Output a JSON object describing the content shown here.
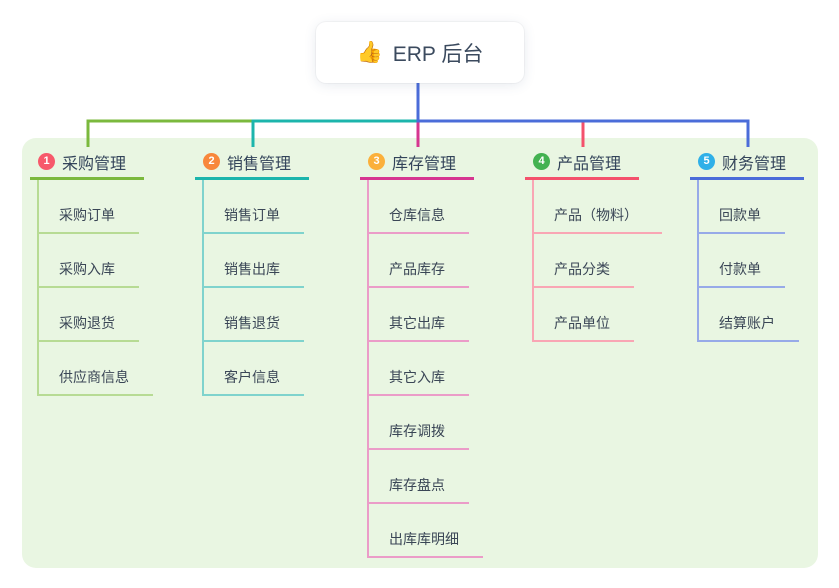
{
  "root": {
    "icon": "thumbs-up-icon",
    "label": "ERP 后台"
  },
  "panel": {
    "background": "#e9f6e2"
  },
  "connector_rail_color": "#4b6cd9",
  "branches": [
    {
      "num": "1",
      "label": "采购管理",
      "badge_color": "#f7596b",
      "line_color": "#7bb93d",
      "child_line_color": "#b7db94",
      "children": [
        "采购订单",
        "采购入库",
        "采购退货",
        "供应商信息"
      ]
    },
    {
      "num": "2",
      "label": "销售管理",
      "badge_color": "#f8873b",
      "line_color": "#1cb5ac",
      "child_line_color": "#7fd3cd",
      "children": [
        "销售订单",
        "销售出库",
        "销售退货",
        "客户信息"
      ]
    },
    {
      "num": "3",
      "label": "库存管理",
      "badge_color": "#fbb03b",
      "line_color": "#d63690",
      "child_line_color": "#eb9cc8",
      "children": [
        "仓库信息",
        "产品库存",
        "其它出库",
        "其它入库",
        "库存调拨",
        "库存盘点",
        "出库库明细"
      ]
    },
    {
      "num": "4",
      "label": "产品管理",
      "badge_color": "#43b251",
      "line_color": "#f4516c",
      "child_line_color": "#f9a6b4",
      "children": [
        "产品（物料）",
        "产品分类",
        "产品单位"
      ]
    },
    {
      "num": "5",
      "label": "财务管理",
      "badge_color": "#2fb0e8",
      "line_color": "#4b6cd9",
      "child_line_color": "#97aae8",
      "children": [
        "回款单",
        "付款单",
        "结算账户"
      ]
    }
  ]
}
